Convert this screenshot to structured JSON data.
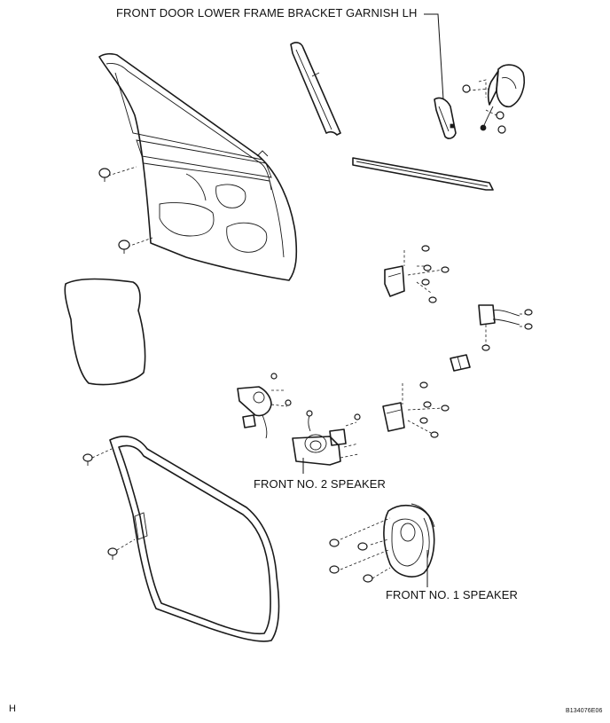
{
  "labels": {
    "garnish": "FRONT DOOR LOWER FRAME BRACKET GARNISH LH",
    "speaker_no2": "FRONT NO. 2 SPEAKER",
    "speaker_no1": "FRONT NO. 1 SPEAKER",
    "view_code": "H",
    "figure_code": "B134076E06"
  }
}
